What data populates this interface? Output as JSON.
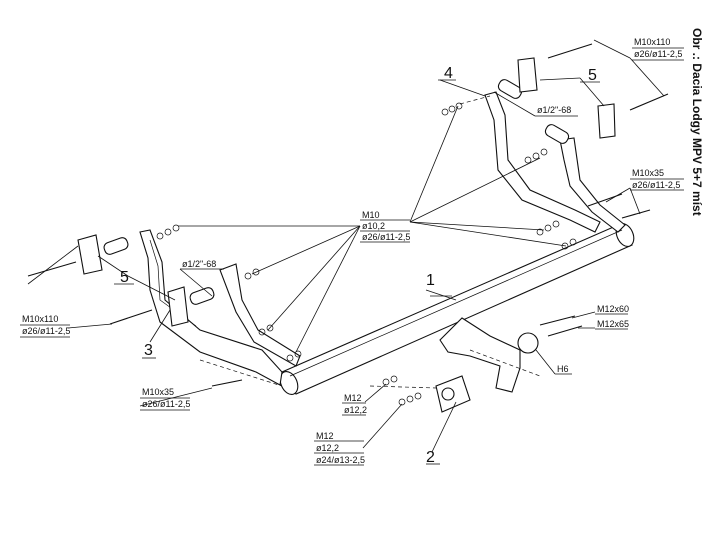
{
  "title": "Obr .: Dacia Lodgy MPV 5+7 míst",
  "part_numbers": {
    "p1": "1",
    "p2": "2",
    "p3": "3",
    "p4": "4",
    "p5_right": "5",
    "p5_left": "5"
  },
  "callouts": {
    "top_right_bolt": {
      "line1": "M10x110",
      "line2": "ø26/ø11-2,5"
    },
    "right_tube": {
      "line1": "ø1/2\"-68"
    },
    "right_small_bolt": {
      "line1": "M10x35",
      "line2": "ø26/ø11-2,5"
    },
    "center_washers": {
      "line1": "M10",
      "line2": "ø10,2",
      "line3": "ø26/ø11-2,5"
    },
    "left_tube": {
      "line1": "ø1/2\"-68"
    },
    "left_long_bolt": {
      "line1": "M10x110",
      "line2": "ø26/ø11-2,5"
    },
    "left_small_bolt": {
      "line1": "M10x35",
      "line2": "ø26/ø11-2,5"
    },
    "ball_bolt_60": {
      "line1": "M12x60"
    },
    "ball_bolt_65": {
      "line1": "M12x65"
    },
    "ball": {
      "line1": "H6"
    },
    "m12_washer": {
      "line1": "M12",
      "line2": "ø12,2"
    },
    "m12_washer_2": {
      "line1": "M12",
      "line2": "ø12,2",
      "line3": "ø24/ø13-2,5"
    }
  }
}
